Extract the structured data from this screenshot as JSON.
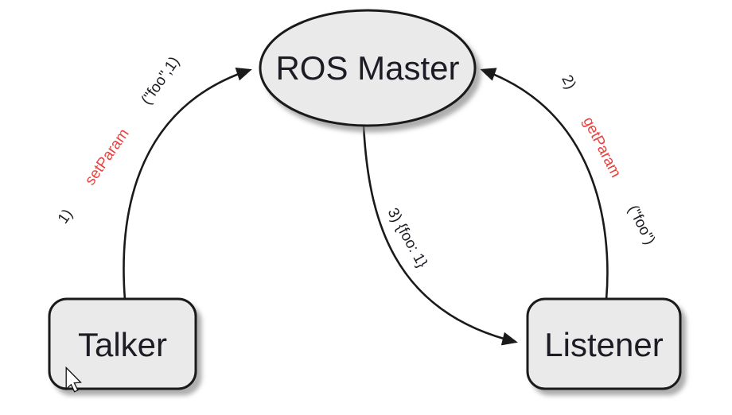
{
  "diagram": {
    "nodes": {
      "master": {
        "label": "ROS Master",
        "shape": "ellipse"
      },
      "talker": {
        "label": "Talker",
        "shape": "rounded-rect"
      },
      "listener": {
        "label": "Listener",
        "shape": "rounded-rect"
      }
    },
    "edges": {
      "setparam": {
        "from": "Talker",
        "to": "ROS Master",
        "prefix": "1) ",
        "method": "setParam",
        "suffix": " (\"foo\",1)"
      },
      "getparam": {
        "from": "Listener",
        "to": "ROS Master",
        "prefix": "2) ",
        "method": "getParam",
        "suffix": " (\"foo\")"
      },
      "value": {
        "from": "ROS Master",
        "to": "Listener",
        "label": "3) {foo: 1}"
      }
    }
  },
  "cursor": {
    "icon": "arrow-pointer"
  },
  "colors": {
    "background": "#ffffff",
    "node_fill": "#eaeaea",
    "node_stroke": "#1a1a1a",
    "edge_stroke": "#1a1a1a",
    "label_black": "#1c1c24",
    "accent_red": "#e8433e",
    "shadow": "rgba(130,130,130,0.65)"
  }
}
